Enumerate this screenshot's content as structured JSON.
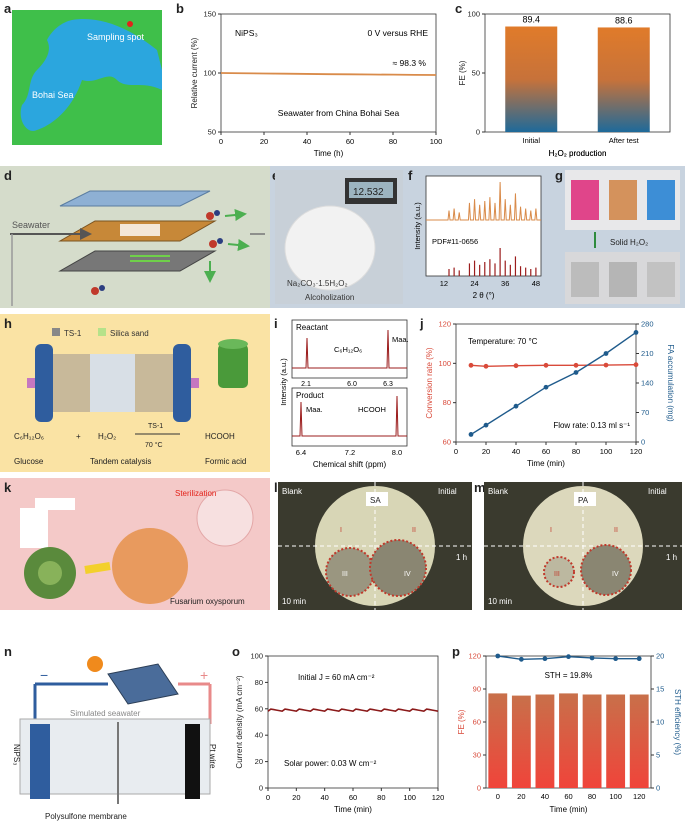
{
  "labels": {
    "a": "a",
    "b": "b",
    "c": "c",
    "d": "d",
    "e": "e",
    "f": "f",
    "g": "g",
    "h": "h",
    "i": "i",
    "j": "j",
    "k": "k",
    "l": "l",
    "m": "m",
    "n": "n",
    "o": "o",
    "p": "p"
  },
  "panel_a": {
    "sampling": "Sampling spot",
    "sea": "Bohai Sea"
  },
  "panel_d": {
    "seawater": "Seawater"
  },
  "panel_e": {
    "compound": "Na₂CO₃·1.5H₂O₂",
    "process": "Alcoholization",
    "scale_reading": "12.532"
  },
  "panel_g": {
    "solid": "Solid H₂O₂"
  },
  "panel_h": {
    "legend1": "TS-1",
    "legend2": "Silica sand",
    "reactant1": "C₆H₁₂O₆",
    "plus": "+",
    "reactant2": "H₂O₂",
    "catalyst": "TS-1",
    "temp": "70 °C",
    "product": "HCOOH",
    "name1": "Glucose",
    "name2": "Tandem catalysis",
    "name3": "Formic acid"
  },
  "panel_k": {
    "sterilization": "Sterilization",
    "species": "Fusarium oxysporum"
  },
  "panel_l": {
    "blank": "Blank",
    "strain": "SA",
    "initial": "Initial",
    "t1": "1 h",
    "t10": "10 min",
    "q1": "I",
    "q2": "II",
    "q3": "III",
    "q4": "IV"
  },
  "panel_m": {
    "blank": "Blank",
    "strain": "PA",
    "initial": "Initial",
    "t1": "1 h",
    "t10": "10 min",
    "q1": "I",
    "q2": "II",
    "q3": "III",
    "q4": "IV"
  },
  "panel_n": {
    "seawater": "Simulated seawater",
    "left": "NiPS₃",
    "right": "Pt wire",
    "membrane": "Polysulfone membrane",
    "minus": "−",
    "plusSign": "+"
  },
  "chart_data": [
    {
      "id": "b",
      "type": "line",
      "annotations": [
        "NiPS₃",
        "0 V versus RHE",
        "≈ 98.3 %",
        "Seawater from China Bohai Sea"
      ],
      "xlabel": "Time (h)",
      "ylabel": "Relative current (%)",
      "xlim": [
        0,
        100
      ],
      "ylim": [
        50,
        150
      ],
      "xticks": [
        0,
        20,
        40,
        60,
        80,
        100
      ],
      "yticks": [
        50,
        100,
        150
      ],
      "series": [
        {
          "color": "#d98b4a",
          "x": [
            0,
            10,
            20,
            30,
            40,
            50,
            60,
            70,
            80,
            90,
            100
          ],
          "y": [
            100,
            99.8,
            99.6,
            99.4,
            99.2,
            99.0,
            98.9,
            98.7,
            98.6,
            98.4,
            98.3
          ]
        }
      ]
    },
    {
      "id": "c",
      "type": "bar",
      "xlabel": "H₂O₂ production",
      "ylabel": "FE (%)",
      "ylim": [
        0,
        100
      ],
      "yticks": [
        0,
        50,
        100
      ],
      "categories": [
        "Initial",
        "After test"
      ],
      "values": [
        89.4,
        88.6
      ],
      "value_labels": [
        "89.4",
        "88.6"
      ]
    },
    {
      "id": "f",
      "type": "line",
      "xlabel": "2 θ (°)",
      "ylabel": "Intensity (a.u.)",
      "xticks": [
        12,
        24,
        36,
        48
      ],
      "xlim": [
        5,
        50
      ],
      "reference": "PDF#11-0656",
      "peaks": [
        [
          14,
          0.25
        ],
        [
          16,
          0.3
        ],
        [
          18,
          0.2
        ],
        [
          22,
          0.45
        ],
        [
          24,
          0.55
        ],
        [
          26,
          0.4
        ],
        [
          28,
          0.5
        ],
        [
          30,
          0.6
        ],
        [
          32,
          0.45
        ],
        [
          34,
          1.0
        ],
        [
          36,
          0.55
        ],
        [
          38,
          0.4
        ],
        [
          40,
          0.7
        ],
        [
          42,
          0.35
        ],
        [
          44,
          0.3
        ],
        [
          46,
          0.25
        ],
        [
          48,
          0.3
        ]
      ]
    },
    {
      "id": "i",
      "type": "line",
      "xlabel": "Chemical shift (ppm)",
      "ylabel": "Intensity (a.u.)",
      "top_label": "Reactant",
      "bottom_label": "Product",
      "top_ticks": [
        "2.1",
        "6.0",
        "6.3"
      ],
      "bottom_ticks": [
        "6.4",
        "7.2",
        "8.0"
      ],
      "annotations": [
        "C₆H₁₂O₆",
        "Maa.",
        "Maa.",
        "HCOOH"
      ]
    },
    {
      "id": "j",
      "type": "line",
      "xlabel": "Time (min)",
      "ylabel": "Conversion rate (%)",
      "ylabel2": "FA accumulation (mg)",
      "xlim": [
        0,
        120
      ],
      "ylim": [
        60,
        120
      ],
      "ylim2": [
        0,
        280
      ],
      "xticks": [
        0,
        20,
        40,
        60,
        80,
        100,
        120
      ],
      "yticks": [
        60,
        80,
        100,
        120
      ],
      "yticks2": [
        0,
        70,
        140,
        210,
        280
      ],
      "annotations": [
        "Temperature: 70 °C",
        "Flow rate: 0.13 ml s⁻¹"
      ],
      "series": [
        {
          "axis": "left",
          "color": "#d94a3a",
          "x": [
            10,
            20,
            40,
            60,
            80,
            100,
            120
          ],
          "y": [
            99,
            98.5,
            98.8,
            99,
            99,
            99.1,
            99.3
          ]
        },
        {
          "axis": "right",
          "color": "#1f5b8c",
          "x": [
            10,
            20,
            40,
            60,
            80,
            100,
            120
          ],
          "y": [
            18,
            40,
            85,
            130,
            165,
            210,
            260
          ]
        }
      ]
    },
    {
      "id": "o",
      "type": "line",
      "xlabel": "Time (min)",
      "ylabel": "Current density (mA cm⁻²)",
      "xlim": [
        0,
        120
      ],
      "ylim": [
        0,
        100
      ],
      "xticks": [
        0,
        20,
        40,
        60,
        80,
        100,
        120
      ],
      "yticks": [
        0,
        20,
        40,
        60,
        80,
        100
      ],
      "annotations": [
        "Initial J = 60 mA cm⁻²",
        "Solar power: 0.03 W cm⁻²"
      ],
      "series": [
        {
          "color": "#8b1a1a",
          "level": 59
        }
      ]
    },
    {
      "id": "p",
      "type": "bar",
      "xlabel": "Time (min)",
      "ylabel": "FE (%)",
      "ylabel2": "STH efficiency (%)",
      "ylim": [
        0,
        120
      ],
      "ylim2": [
        0,
        20
      ],
      "yticks": [
        0,
        30,
        60,
        90,
        120
      ],
      "yticks2": [
        0,
        5,
        10,
        15,
        20
      ],
      "categories": [
        "0",
        "20",
        "40",
        "60",
        "80",
        "100",
        "120"
      ],
      "values": [
        86,
        84,
        85,
        86,
        85,
        85,
        85
      ],
      "annotation": "STH = 19.8%",
      "line": [
        20,
        19.5,
        19.6,
        19.9,
        19.7,
        19.6,
        19.6
      ]
    }
  ]
}
